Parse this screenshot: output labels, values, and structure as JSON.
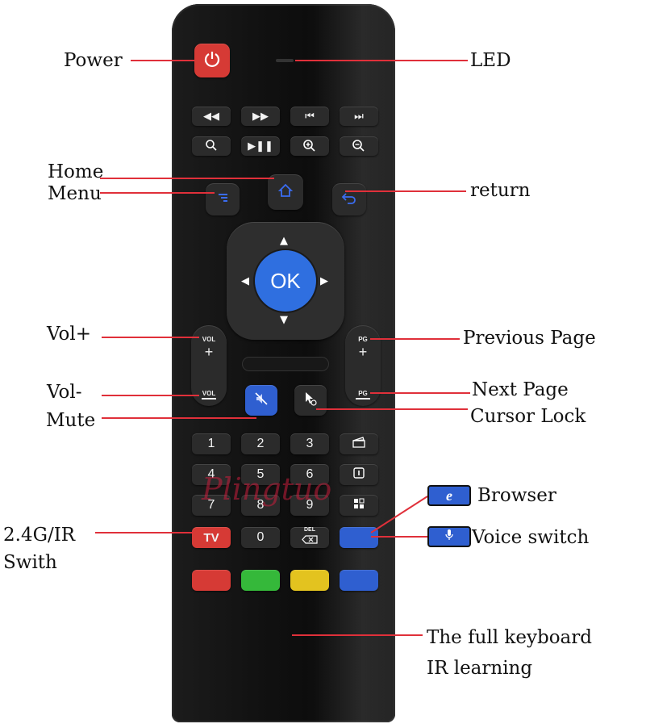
{
  "labels": {
    "power": "Power",
    "led": "LED",
    "home": "Home",
    "menu": "Menu",
    "return": "return",
    "vol_plus": "Vol+",
    "previous_page": "Previous Page",
    "vol_minus": "Vol-",
    "next_page": "Next Page",
    "mute": "Mute",
    "cursor_lock": "Cursor Lock",
    "browser": "Browser",
    "voice_switch": "Voice switch",
    "switch_line1": "2.4G/IR",
    "switch_line2": "Swith",
    "keyboard_line1": "The full keyboard",
    "keyboard_line2": "IR learning"
  },
  "buttons": {
    "ok": "OK",
    "vol_top": "VOL",
    "vol_bottom": "VOL",
    "pg_top": "PG",
    "pg_bottom": "PG",
    "tv": "TV",
    "del": "DEL",
    "numbers": [
      "1",
      "2",
      "3",
      "4",
      "5",
      "6",
      "7",
      "8",
      "9",
      "0"
    ]
  },
  "watermark": "Plingtuo",
  "colors": {
    "red": "#d63a35",
    "green": "#35b83a",
    "yellow": "#e3c31f",
    "blue": "#2f5fd0",
    "callout_line": "#e0303a"
  },
  "icons": [
    "power-icon",
    "rewind-icon",
    "fast-forward-icon",
    "previous-track-icon",
    "next-track-icon",
    "search-icon",
    "play-pause-icon",
    "zoom-in-icon",
    "zoom-out-icon",
    "menu-icon",
    "home-icon",
    "return-icon",
    "mute-icon",
    "cursor-lock-icon",
    "clapper-icon",
    "info-icon",
    "apps-icon",
    "browser-icon",
    "microphone-icon",
    "delete-icon"
  ]
}
